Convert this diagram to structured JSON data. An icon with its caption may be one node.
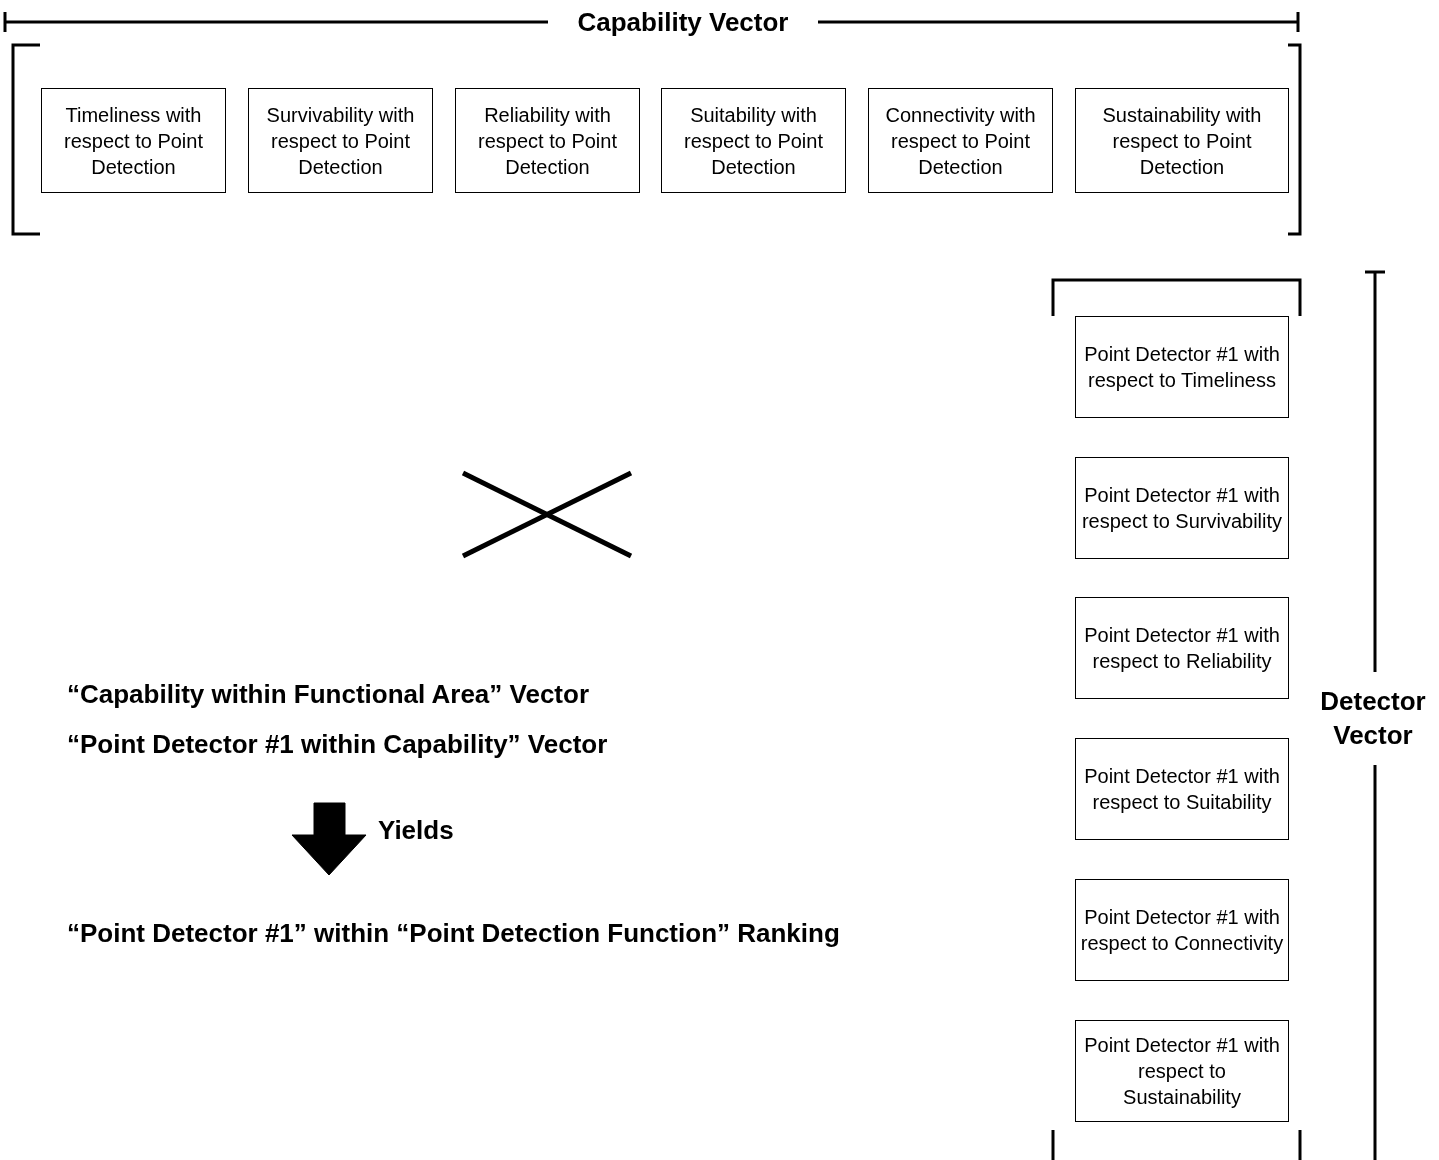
{
  "diagram": {
    "nodes": [
      {
        "text": [
          "Timeliness with respect to Point Detection"
        ]
      },
      {
        "text": [
          "Survivability with respect to Point Detection"
        ]
      },
      {
        "text": [
          "Reliability with respect to Point Detection"
        ]
      },
      {
        "text": [
          "Suitability with respect to Point Detection"
        ]
      },
      {
        "text": [
          "Connectivity with respect to Point Detection"
        ]
      },
      {
        "text": [
          "Sustainability with respect to Point Detection"
        ]
      },
      {
        "text": [
          "Point Detector #1 with respect to Timeliness"
        ]
      },
      {
        "text": [
          "Point Detector #1 with respect to Survivability"
        ]
      },
      {
        "text": [
          "Point Detector #1 with respect to Reliability"
        ]
      },
      {
        "text": [
          "Point Detector #1 with respect to Suitability"
        ]
      },
      {
        "text": [
          "Point Detector #1 with respect to Connectivity"
        ]
      },
      {
        "text": [
          "Point Detector #1 with respect to Sustainability"
        ]
      }
    ],
    "edges": [],
    "labels": [
      "Capability Vector",
      "Detector Vector",
      "“Capability within Functional Area” Vector",
      "“Point Detector #1 within Capability” Vector",
      "Yields",
      "“Point Detector #1” within “Point Detection Function” Ranking"
    ]
  }
}
